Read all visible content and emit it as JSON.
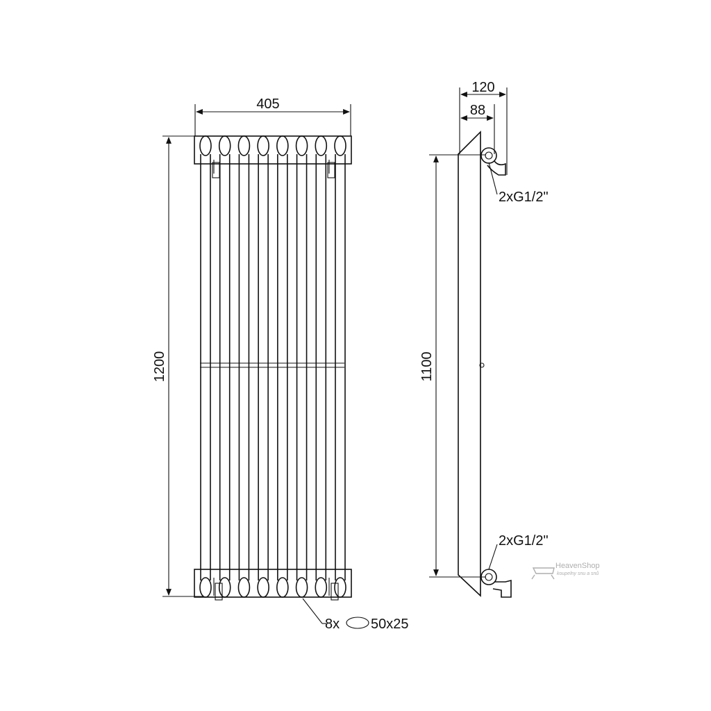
{
  "drawing": {
    "front_view": {
      "width_label": "405",
      "height_label": "1200",
      "tube_label_count": "8x",
      "tube_label_size": "50x25",
      "tube_count": 8
    },
    "side_view": {
      "depth_total_label": "120",
      "depth_label": "88",
      "connection_height_label": "1100",
      "top_connection_label": "2xG1/2\"",
      "bottom_connection_label": "2xG1/2\""
    }
  },
  "watermark": {
    "brand": "HeavenShop",
    "tagline": "koupelny snu a snů"
  }
}
